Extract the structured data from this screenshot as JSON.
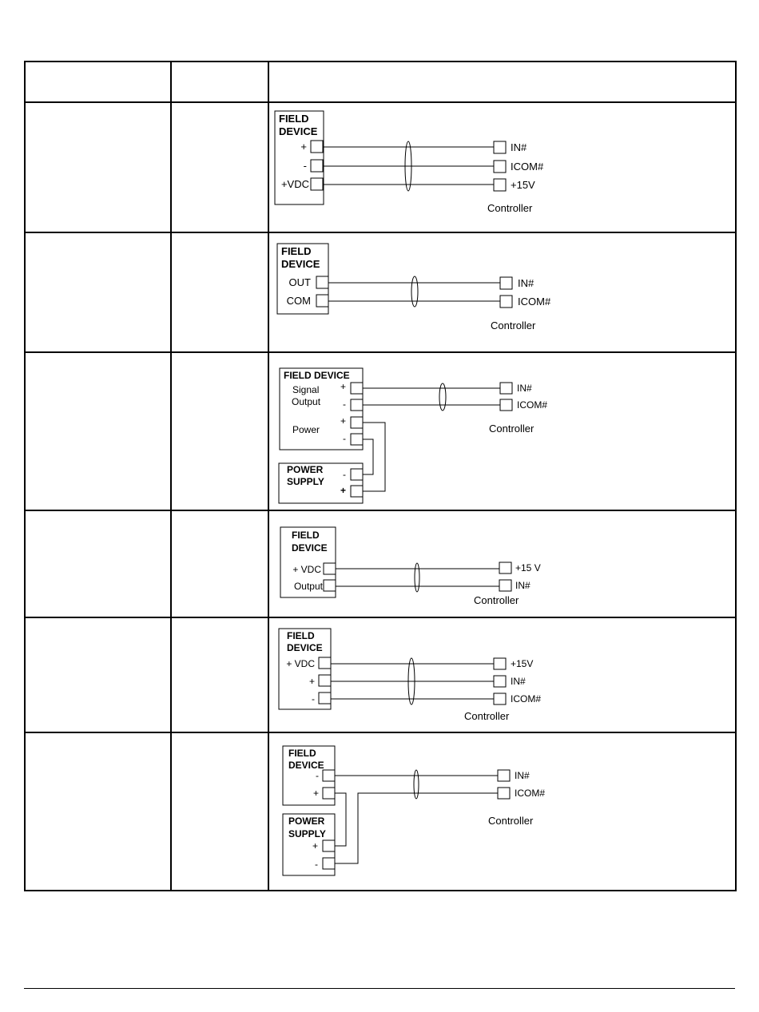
{
  "table": {
    "header": {
      "col1": "",
      "col2": "",
      "col3": ""
    }
  },
  "rows": [
    {
      "device": {
        "line1": "FIELD",
        "line2": "DEVICE"
      },
      "device_terminals": [
        "+",
        "-",
        "+VDC"
      ],
      "controller_terminals": [
        "IN#",
        "ICOM#",
        "+15V"
      ],
      "controller_label": "Controller"
    },
    {
      "device": {
        "line1": "FIELD",
        "line2": "DEVICE"
      },
      "device_terminals": [
        "OUT",
        "COM"
      ],
      "controller_terminals": [
        "IN#",
        "ICOM#"
      ],
      "controller_label": "Controller"
    },
    {
      "device": {
        "line1": "FIELD DEVICE"
      },
      "device_labels": [
        "Signal",
        "Output",
        "Power"
      ],
      "device_terminals": [
        "+",
        "-",
        "+",
        "-"
      ],
      "power_supply": {
        "line1": "POWER",
        "line2": "SUPPLY",
        "terminals": [
          "-",
          "+"
        ]
      },
      "controller_terminals": [
        "IN#",
        "ICOM#"
      ],
      "controller_label": "Controller"
    },
    {
      "device": {
        "line1": "FIELD",
        "line2": "DEVICE"
      },
      "device_terminals": [
        "+ VDC",
        "Output"
      ],
      "controller_terminals": [
        "+15 V",
        "IN#"
      ],
      "controller_label": "Controller"
    },
    {
      "device": {
        "line1": "FIELD",
        "line2": "DEVICE"
      },
      "device_terminals": [
        "+ VDC",
        "+",
        "-"
      ],
      "controller_terminals": [
        "+15V",
        "IN#",
        "ICOM#"
      ],
      "controller_label": "Controller"
    },
    {
      "device": {
        "line1": "FIELD",
        "line2": "DEVICE"
      },
      "device_terminals": [
        "-",
        "+"
      ],
      "power_supply": {
        "line1": "POWER",
        "line2": "SUPPLY",
        "terminals": [
          "+",
          "-"
        ]
      },
      "controller_terminals": [
        "IN#",
        "ICOM#"
      ],
      "controller_label": "Controller"
    }
  ]
}
